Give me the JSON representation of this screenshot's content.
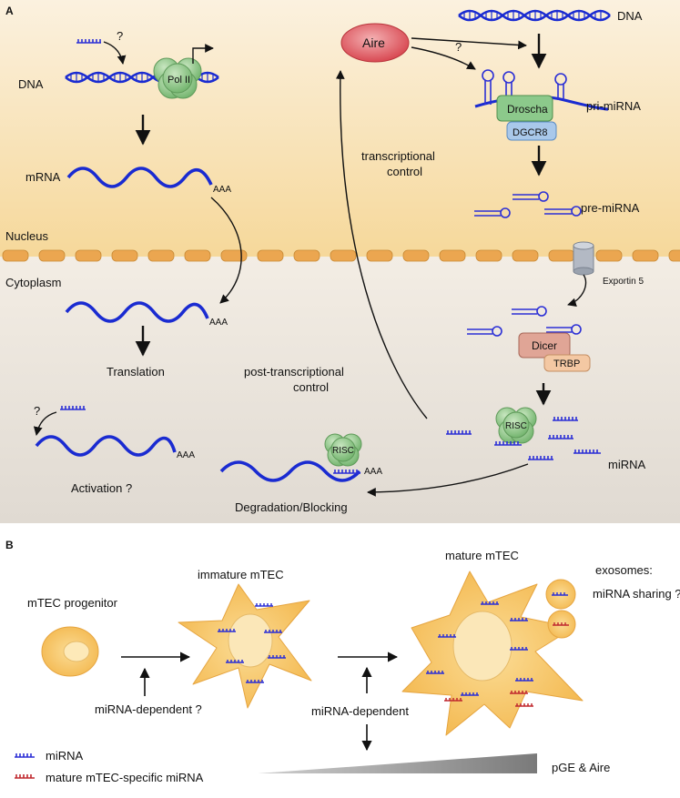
{
  "panelA": {
    "label": "A",
    "nucleus": "Nucleus",
    "cytoplasm": "Cytoplasm",
    "left": {
      "q1": "?",
      "dna": "DNA",
      "polii": "Pol II",
      "mrna": "mRNA",
      "aaa1": "AAA",
      "aaa2": "AAA",
      "translation": "Translation",
      "q2": "?",
      "aaa3": "AAA",
      "activation": "Activation ?",
      "risc": "RISC",
      "aaa4": "AAA",
      "degradation": "Degradation/Blocking"
    },
    "center": {
      "aire": "Aire",
      "q3": "?",
      "transcriptional": [
        "transcriptional",
        "control"
      ],
      "posttranscriptional": [
        "post-transcriptional",
        "control"
      ]
    },
    "right": {
      "dna": "DNA",
      "pri": "pri-miRNA",
      "droscha": "Droscha",
      "dgcr8": "DGCR8",
      "pre": "pre-miRNA",
      "exportin": "Exportin 5",
      "dicer": "Dicer",
      "trbp": "TRBP",
      "risc": "RISC",
      "mirna": "miRNA"
    }
  },
  "panelB": {
    "label": "B",
    "progenitor": "mTEC progenitor",
    "immature": "immature mTEC",
    "mature": "mature mTEC",
    "exosomes": "exosomes:",
    "sharing": "miRNA sharing ?",
    "dependentQ": "miRNA-dependent ?",
    "dependent": "miRNA-dependent",
    "pge": "pGE & Aire",
    "legend": [
      {
        "text": "miRNA",
        "color": "#2b2fd6"
      },
      {
        "text": "mature mTEC-specific miRNA",
        "color": "#c0282e"
      }
    ]
  },
  "colors": {
    "dna": "#1a2bd1",
    "mirna": "#2b2fd6",
    "specific": "#c0282e",
    "cell": "#f6c064"
  }
}
